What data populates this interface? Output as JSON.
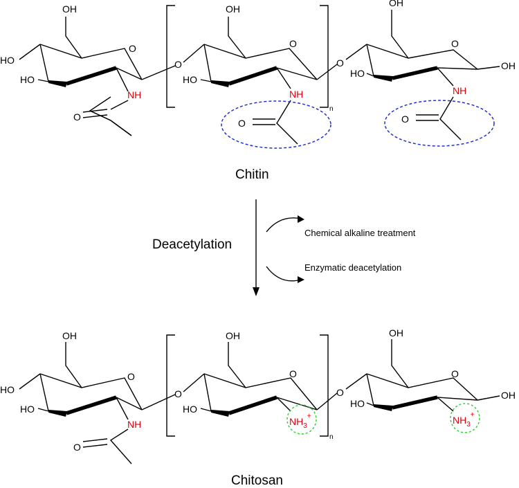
{
  "structures": {
    "chitin": {
      "title": "Chitin",
      "units": [
        {
          "ring_o": "O",
          "ch2oh": "OH",
          "ho4": "HO",
          "ho3": "HO",
          "amine": "NH",
          "carbonyl": "O"
        },
        {
          "ring_o": "O",
          "ch2oh": "OH",
          "ho3": "HO",
          "amine": "NH",
          "carbonyl": "O"
        },
        {
          "ring_o": "O",
          "ch2oh": "OH",
          "ho3": "HO",
          "anomeric_oh": "OH",
          "amine": "NH",
          "carbonyl": "O"
        }
      ],
      "glycosidic_o": [
        "O",
        "O"
      ],
      "repeat_index": "n",
      "highlight_color": "#1f2fd8"
    },
    "chitosan": {
      "title": "Chitosan",
      "units": [
        {
          "ring_o": "O",
          "ch2oh": "OH",
          "ho4": "HO",
          "ho3": "HO",
          "amine": "NH",
          "carbonyl": "O"
        },
        {
          "ring_o": "O",
          "ch2oh": "OH",
          "ho3": "HO",
          "amine": "NH",
          "amine_sub": "3",
          "amine_charge": "+"
        },
        {
          "ring_o": "O",
          "ch2oh": "OH",
          "ho3": "HO",
          "anomeric_oh": "OH",
          "amine": "NH",
          "amine_sub": "3",
          "amine_charge": "+"
        }
      ],
      "glycosidic_o": [
        "O",
        "O"
      ],
      "repeat_index": "n",
      "highlight_color": "#2fd22f"
    }
  },
  "process": {
    "label": "Deacetylation",
    "methods": [
      "Chemical alkaline treatment",
      "Enzymatic deacetylation"
    ]
  },
  "colors": {
    "heteroatom_n": "#e0000d",
    "bond": "#000000"
  }
}
